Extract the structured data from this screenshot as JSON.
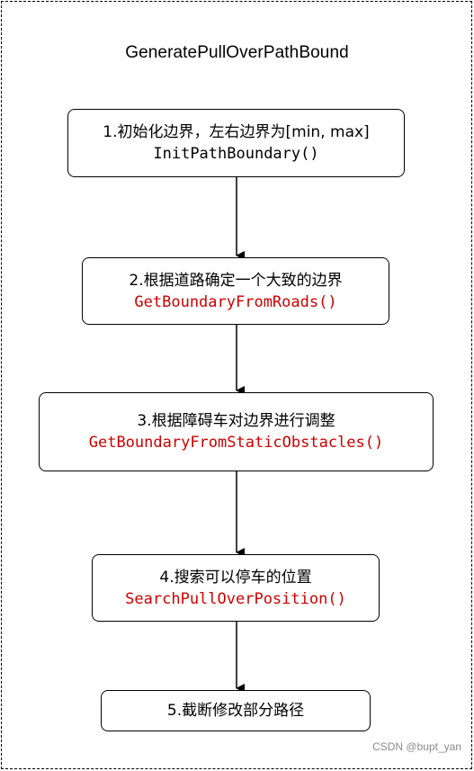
{
  "title": "GeneratePullOverPathBound",
  "colors": {
    "function_call": "#cc0000",
    "function_call_plain": "#000000",
    "border": "#000000"
  },
  "steps": [
    {
      "label": "1.初始化边界，左右边界为[min, max]",
      "func": "InitPathBoundary()",
      "func_color": "#000000"
    },
    {
      "label": "2.根据道路确定一个大致的边界",
      "func": "GetBoundaryFromRoads()",
      "func_color": "#cc0000"
    },
    {
      "label": "3.根据障碍车对边界进行调整",
      "func": "GetBoundaryFromStaticObstacles()",
      "func_color": "#cc0000"
    },
    {
      "label": "4.搜索可以停车的位置",
      "func": "SearchPullOverPosition()",
      "func_color": "#cc0000"
    },
    {
      "label": "5.截断修改部分路径"
    }
  ],
  "watermark": "CSDN @bupt_yan"
}
